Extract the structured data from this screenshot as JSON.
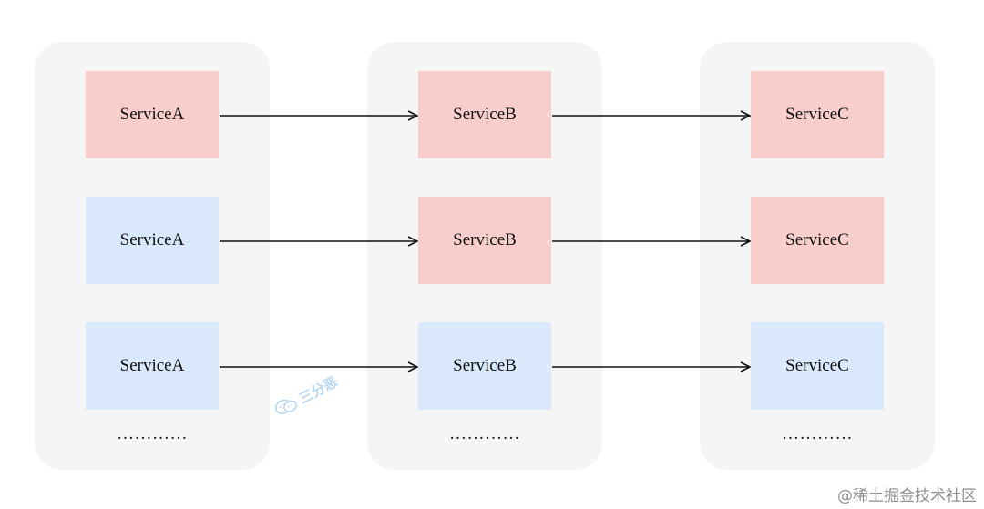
{
  "diagram": {
    "columns": [
      {
        "id": "a",
        "rows": [
          {
            "label": "ServiceA",
            "color": "#f8cecc"
          },
          {
            "label": "ServiceA",
            "color": "#dae8fc"
          },
          {
            "label": "ServiceA",
            "color": "#dae8fc"
          }
        ],
        "ellipsis": "…………"
      },
      {
        "id": "b",
        "rows": [
          {
            "label": "ServiceB",
            "color": "#f8cecc"
          },
          {
            "label": "ServiceB",
            "color": "#f8cecc"
          },
          {
            "label": "ServiceB",
            "color": "#dae8fc"
          }
        ],
        "ellipsis": "…………"
      },
      {
        "id": "c",
        "rows": [
          {
            "label": "ServiceC",
            "color": "#f8cecc"
          },
          {
            "label": "ServiceC",
            "color": "#f8cecc"
          },
          {
            "label": "ServiceC",
            "color": "#dae8fc"
          }
        ],
        "ellipsis": "…………"
      }
    ],
    "colors": {
      "red_box": "#f8cecc",
      "blue_box": "#dae8fc",
      "column_bg": "#f5f5f5",
      "arrow": "#111111"
    }
  },
  "watermark": {
    "icon": "wechat-icon",
    "text": "三分恶"
  },
  "footer": {
    "text": "@稀土掘金技术社区"
  }
}
